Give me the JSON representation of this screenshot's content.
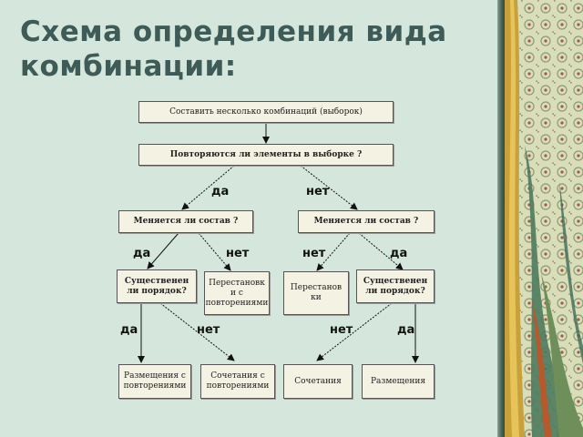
{
  "title": {
    "line1": "Схема определения вида",
    "line2": "комбинации:"
  },
  "nodes": {
    "start": "Составить несколько комбинаций (выборок)",
    "repeat_q": "Повторяются ли элементы в выборке ?",
    "comp_left_q": "Меняется ли состав ?",
    "comp_right_q": "Меняется ли состав ?",
    "order_left_q": "Существенен\nли порядок?",
    "perm_rep": "Перестановк\nи с\nповторениями",
    "perm": "Перестанов\nки",
    "order_right_q": "Существенен\nли порядок?",
    "arr_rep": "Размещения с\nповторениями",
    "comb_rep": "Сочетания с\nповторениями",
    "comb": "Сочетания",
    "arr": "Размещения"
  },
  "labels": {
    "yes_1": "да",
    "no_1": "нет",
    "yes_2": "да",
    "no_2": "нет",
    "no_3": "нет",
    "yes_3": "да",
    "yes_4": "да",
    "no_4": "нет",
    "no_5": "нет",
    "yes_5": "да"
  },
  "colors": {
    "title": "#3e5b57",
    "background": "#d5e7dc",
    "box_fill": "#f4f2e2"
  }
}
